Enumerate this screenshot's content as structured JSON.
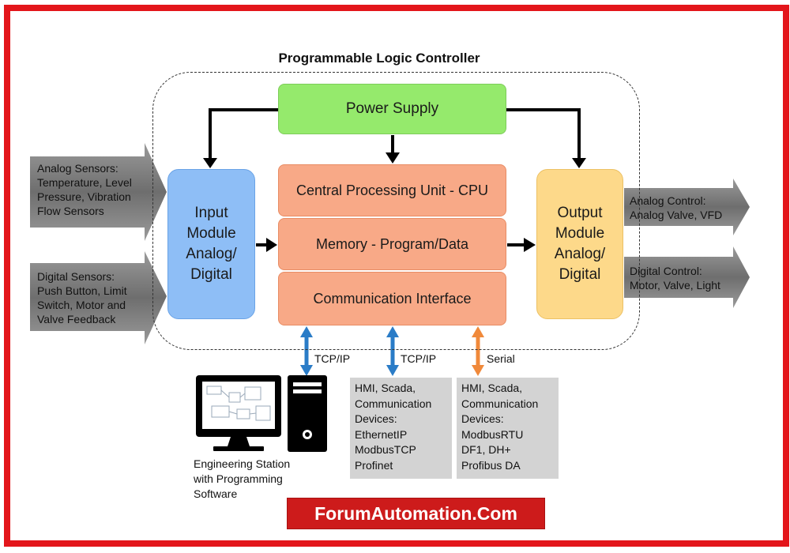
{
  "diagram": {
    "title": "Programmable Logic Controller",
    "power_supply": "Power Supply",
    "cpu": "Central Processing Unit - CPU",
    "memory": "Memory - Program/Data",
    "communication": "Communication Interface",
    "input_module": "Input\nModule\nAnalog/\nDigital",
    "output_module": "Output\nModule\nAnalog/\nDigital",
    "analog_sensors": "Analog Sensors:\nTemperature, Level\nPressure, Vibration\nFlow Sensors",
    "digital_sensors": "Digital Sensors:\nPush Button, Limit\nSwitch, Motor and\nValve Feedback",
    "analog_control": "Analog Control:\nAnalog Valve, VFD",
    "digital_control": "Digital Control:\nMotor, Valve, Light",
    "link_tcpip_1": "TCP/IP",
    "link_tcpip_2": "TCP/IP",
    "link_serial": "Serial",
    "ethernet_devices": "HMI, Scada,\nCommunication\nDevices:\nEthernetIP\nModbusTCP\nProfinet",
    "serial_devices": "HMI, Scada,\nCommunication\nDevices:\nModbusRTU\nDF1, DH+\nProfibus DA",
    "engineering_station": "Engineering Station\nwith Programming\nSoftware",
    "brand": "ForumAutomation.Com"
  },
  "colors": {
    "frame": "#e3161b",
    "power": "#95ea6c",
    "core": "#f8a987",
    "input": "#8ebef6",
    "output": "#fdd98a",
    "tcp_arrow": "#2a7cc7",
    "serial_arrow": "#f0893a",
    "io_arrow": "#7f7f7f"
  },
  "icons": [
    "monitor-icon",
    "computer-tower-icon"
  ]
}
